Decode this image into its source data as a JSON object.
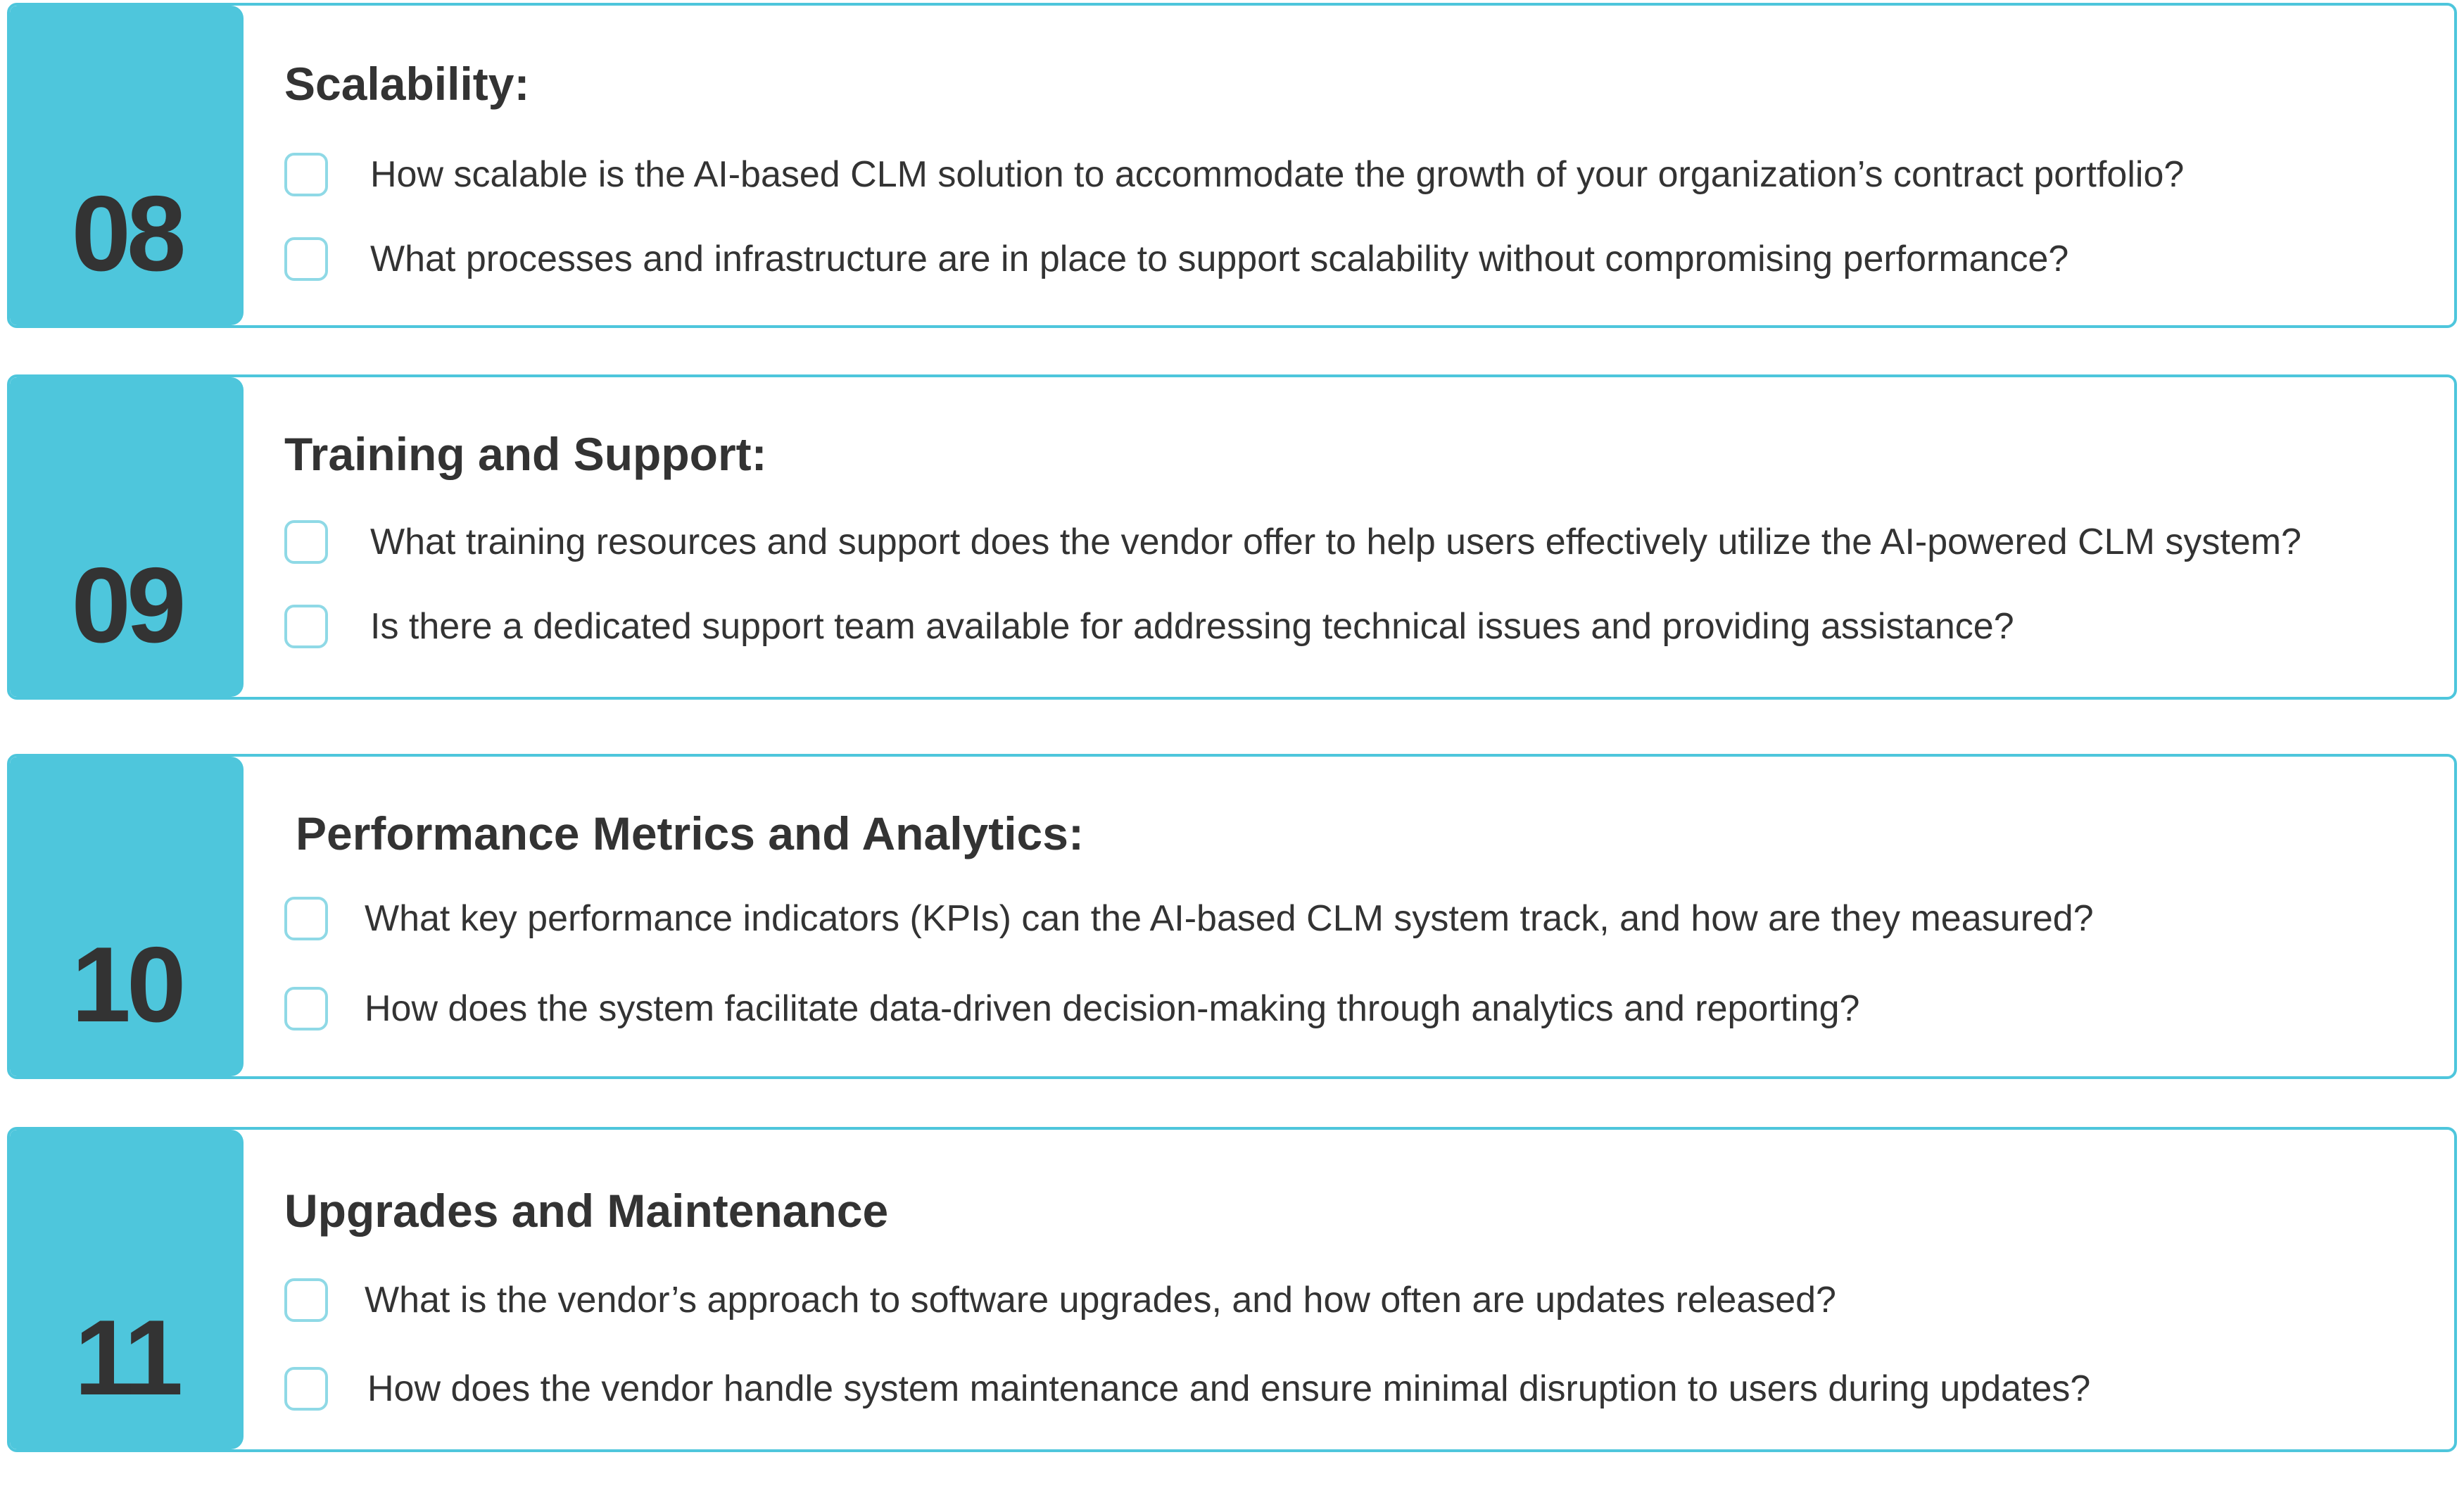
{
  "sections": [
    {
      "number": "08",
      "title": "Scalability:",
      "items": [
        "How scalable is the AI-based CLM solution to accommodate the growth of your organization’s contract portfolio?",
        "What processes and infrastructure are in place to support scalability without compromising performance?"
      ]
    },
    {
      "number": "09",
      "title": "Training and Support:",
      "items": [
        "What training resources and support does the vendor offer to help users effectively utilize the AI-powered CLM system?",
        "Is there a dedicated support team available for addressing technical issues and providing assistance?"
      ]
    },
    {
      "number": "10",
      "title": "Performance Metrics and Analytics:",
      "items": [
        "What key performance indicators (KPIs) can the AI-based CLM system track, and how are they measured?",
        "How does the system facilitate data-driven decision-making through analytics and reporting?"
      ]
    },
    {
      "number": "11",
      "title": "Upgrades and Maintenance",
      "items": [
        "What is the vendor’s approach to software upgrades, and how often are updates released?",
        "How does the vendor handle system maintenance and ensure minimal disruption to users during updates?"
      ]
    }
  ],
  "colors": {
    "accent": "#4ec6dc",
    "checkbox_border": "#8fd9e6",
    "text": "#333333"
  }
}
